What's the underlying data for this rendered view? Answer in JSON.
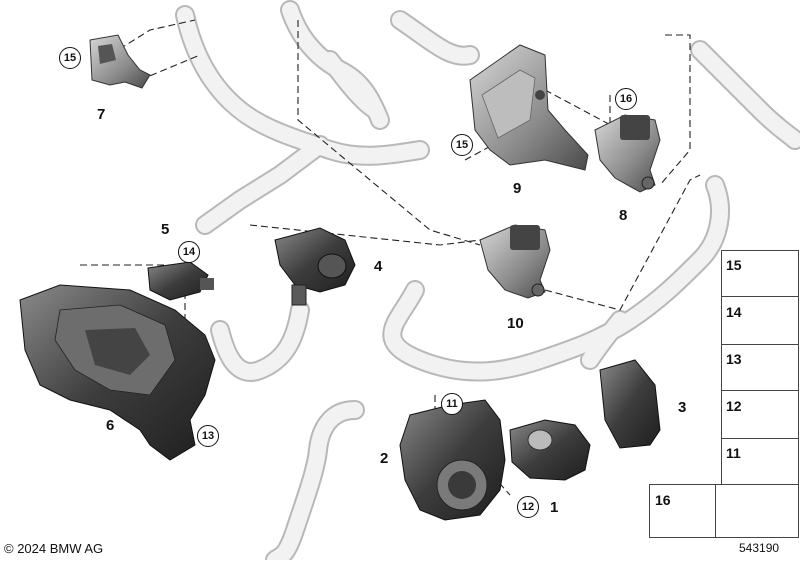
{
  "callouts": [
    "1",
    "2",
    "3",
    "4",
    "5",
    "6",
    "7",
    "8",
    "9",
    "10"
  ],
  "circled": [
    "11",
    "12",
    "13",
    "14",
    "15",
    "16"
  ],
  "legend": {
    "items": [
      "15",
      "14",
      "13",
      "12",
      "11"
    ],
    "nut": "16"
  },
  "footer": {
    "copyright": "© 2024 BMW AG",
    "image_id": "543190"
  },
  "colors": {
    "hose_fill": "#f2f2f2",
    "hose_stroke": "#b8b8b8",
    "part_dark": "#3a3a3a",
    "part_mid": "#6b6b6b",
    "part_light": "#9a9a9a"
  }
}
